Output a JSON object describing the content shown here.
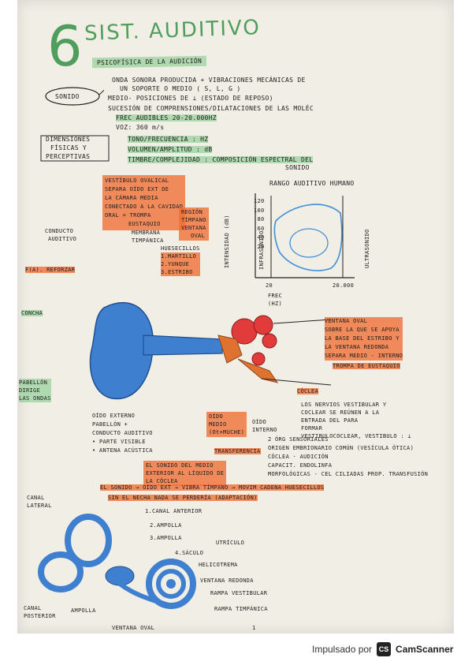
{
  "page": {
    "number_label": "6",
    "title": "SIST. AUDITIVO",
    "subtitle": "PSICOFÍSICA DE LA AUDICIÓN",
    "page_number": "1"
  },
  "sonido": {
    "label": "SONIDO",
    "line1": "ONDA SONORA PRODUCIDA + VIBRACIONES MECÁNICAS DE",
    "line2": "UN SOPORTE O MEDIO ( S, L, G )",
    "line3": "MEDIO- POSICIONES DE ⊥ (ESTADO DE REPOSO)",
    "line4": "SUCESIÓN DE COMPRENSIONES/DILATACIONES DE LAS MOLÉC",
    "line5": "FREC AUDIBLES 20-20.000HZ",
    "line6": "VOZ: 360 m/s"
  },
  "dimensiones": {
    "label1": "DIMENSIONES",
    "label2": "FÍSICAS Y",
    "label3": "PERCEPTIVAS",
    "row1": "TONO/FRECUENCIA : HZ",
    "row2": "VOLUMEN/AMPLITUD : dB",
    "row3": "TIMBRE/COMPLEJIDAD : COMPOSICIÓN ESPECTRAL DEL",
    "row3b": "SONIDO"
  },
  "oido_medio_notes": {
    "vestibulo_1": "VESTÍBULO OVALICAL",
    "vestibulo_2": "SEPARA OÍDO EXT DE",
    "vestibulo_3": "LA CÁMARA MEDIA",
    "vestibulo_4": "CONECTADO A LA CAVIDAD",
    "vestibulo_5": "ORAL = TROMPA",
    "vestibulo_6": "EUSTAQUIO",
    "region_1": "REGIÓN",
    "region_2": "TÍMPANO",
    "region_3": "VENTANA",
    "region_4": "OVAL",
    "membrana": "MEMBRANA",
    "timpanica": "TIMPÁNICA",
    "conducto_1": "CONDUCTO",
    "conducto_2": "AUDITIVO",
    "huesecillos": "HUESECILLOS",
    "h1": "1.MARTILLO",
    "h2": "2.YUNQUE",
    "h3": "3.ESTRIBO",
    "fa": "F(A). REFORZAR"
  },
  "chart": {
    "title": "RANGO AUDITIVO HUMANO",
    "ylabel": "INTENSIDAD (dB)",
    "infra": "INFRASONIDO",
    "ultra": "ULTRASONIDO",
    "xlabel": "FREC (HZ)",
    "x_ticks": [
      "20",
      "20.000"
    ],
    "y_ticks": [
      "120",
      "100",
      "80",
      "60",
      "40",
      "20"
    ]
  },
  "ear": {
    "concha": "CONCHA",
    "pabellon_1": "PABELLÓN",
    "pabellon_2": "DIRIGE",
    "pabellon_3": "LAS ONDAS",
    "ventana_oval_1": "VENTANA OVAL",
    "ventana_oval_2": "SOBRE LA QUE SE APOYA",
    "ventana_oval_3": "LA BASE DEL ESTRIBO Y",
    "ventana_oval_4": "LA VENTANA REDONDA",
    "ventana_oval_5": "SEPARA MEDIO - INTERNO",
    "trompa": "TROMPA DE EUSTAQUIO",
    "coclea": "CÓCLEA",
    "nervios_1": "LOS NERVIOS VESTIBULAR Y",
    "nervios_2": "COCLEAR SE REÚNEN A LA",
    "nervios_3": "ENTRADA DEL PARA",
    "nervios_4": "FORMAR",
    "nervios_5": "VESTIBULOCOCLEAR, VESTIBULO : ⊥"
  },
  "partes": {
    "externo_1": "OÍDO EXTERNO",
    "externo_2": "PABELLÓN +",
    "externo_3": "CONDUCTO AUDITIVO",
    "externo_4": "• PARTE VISIBLE",
    "externo_5": "• ANTENA ACÚSTICA",
    "medio_1": "OÍDO",
    "medio_2": "MEDIO",
    "medio_3": "(Ot+MUCHE)",
    "medio_4": "TRANSFERENCIA",
    "interno_1": "OÍDO",
    "interno_2": "INTERNO",
    "interno_3": "2 ÓRG SENSORIALES",
    "interno_4": "ORIGEN EMBRIONARIO COMÚN (VESÍCULA ÓTICA)",
    "interno_5": "CÓCLEA · AUDICIÓN",
    "interno_6": "CAPACIT. ENDOLINFA",
    "interno_7": "MORFOLÓGICAS - CEL CILIADAS",
    "interno_7b": "PROP. TRANSFUSIÓN",
    "sonido_1": "EL SONIDO DEL MEDIO",
    "sonido_2": "EXTERIOR AL LÍQUIDO DE",
    "sonido_3": "LA CÓCLEA",
    "flow": "EL SONIDO → OÍDO EXT → VIBRA TÍMPANO → MOVIM CADENA HUESECILLOS",
    "flow2": "SIN EL NECHA NADA SE PERDERÍA (ADAPTACIÓN)"
  },
  "inner_ear": {
    "canal_lateral_1": "CANAL",
    "canal_lateral_2": "LATERAL",
    "l1": "1.CANAL ANTERIOR",
    "l2": "2.AMPOLLA",
    "l3": "3.AMPOLLA",
    "utriculo": "UTRÍCULO",
    "sacculo": "4.SÁCULO",
    "helicotrema": "HELICOTREMA",
    "ventana_redonda": "VENTANA REDONDA",
    "rampa_vestibular": "RAMPA VESTIBULAR",
    "rampa_timpanica": "RAMPA TIMPÁNICA",
    "canal_post_1": "CANAL",
    "canal_post_2": "POSTERIOR",
    "ampolla": "AMPOLLA",
    "ventana_oval": "VENTANA OVAL"
  },
  "footer": {
    "powered": "Impulsado por",
    "logo": "CS",
    "brand": "CamScanner"
  }
}
